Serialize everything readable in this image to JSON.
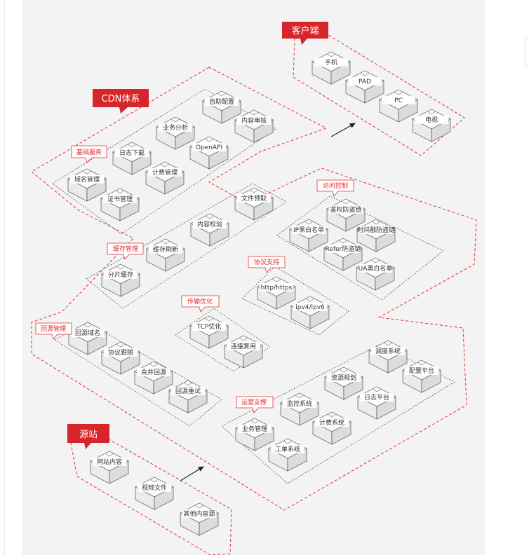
{
  "colors": {
    "accent": "#d7262b",
    "zone_border": "#e5302e",
    "group_border": "#555555",
    "panel_bg": "#f3f3f3"
  },
  "zones": {
    "client": "客户端",
    "cdn": "CDN体系",
    "origin": "源站"
  },
  "client_nodes": [
    "手机",
    "PAD",
    "PC",
    "电视"
  ],
  "groups": {
    "basic": {
      "title": "基础服务",
      "nodes": [
        "自助配置",
        "内容审核",
        "业务分析",
        "OpenAPI",
        "日志下载",
        "计费管理",
        "域名管理",
        "证书管理"
      ]
    },
    "access": {
      "title": "访问控制",
      "nodes": [
        "鉴权防盗链",
        "IP黑白名单",
        "时间戳防盗链",
        "Refer防盗链",
        "UA黑白名单"
      ]
    },
    "cache": {
      "title": "缓存管理",
      "nodes": [
        "文件预取",
        "内容校验",
        "缓存刷新",
        "分片缓存"
      ]
    },
    "protocol": {
      "title": "协议支持",
      "nodes": [
        "http/https",
        "ipv4/ipv6"
      ]
    },
    "transport": {
      "title": "传输优化",
      "nodes": [
        "TCP优化",
        "连接复用"
      ]
    },
    "backsrc": {
      "title": "回源管理",
      "nodes": [
        "回源域名",
        "协议跟随",
        "合并回源",
        "回源重试"
      ]
    },
    "ops": {
      "title": "运营支撑",
      "nodes": [
        "调度系统",
        "配置平台",
        "资源规划",
        "日志平台",
        "监控系统",
        "计费系统",
        "业务管理",
        "工单系统"
      ]
    }
  },
  "origin_nodes": [
    "网站内容",
    "视频文件",
    "其他内容源"
  ]
}
